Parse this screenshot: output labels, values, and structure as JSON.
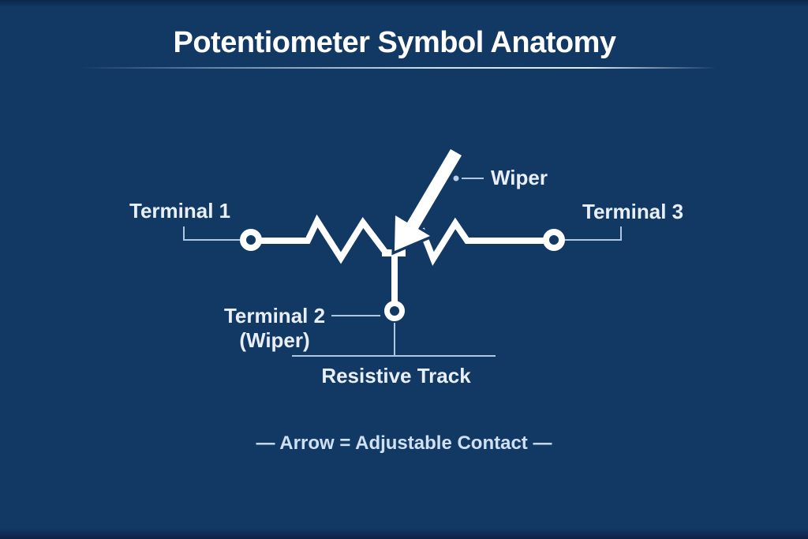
{
  "title": "Potentiometer Symbol Anatomy",
  "labels": {
    "terminal1": "Terminal 1",
    "terminal2_line1": "Terminal 2",
    "terminal2_line2": "(Wiper)",
    "terminal3": "Terminal 3",
    "wiper": "Wiper",
    "resistive_track": "Resistive Track",
    "footnote": "— Arrow = Adjustable Contact —"
  },
  "diagram": {
    "type": "schematic-symbol",
    "subject": "potentiometer",
    "parts": [
      "terminal-1-circle",
      "terminal-3-circle",
      "terminal-2-wiper-circle",
      "resistive-track-zigzag",
      "wiper-arrow",
      "wiper-contact-bar"
    ]
  },
  "colors": {
    "background": "#123864",
    "symbol": "#ffffff",
    "leader_line": "#b9cfe8",
    "title_text": "#ffffff",
    "label_text": "#e8eff8",
    "footnote_text": "#cfe0f2"
  }
}
